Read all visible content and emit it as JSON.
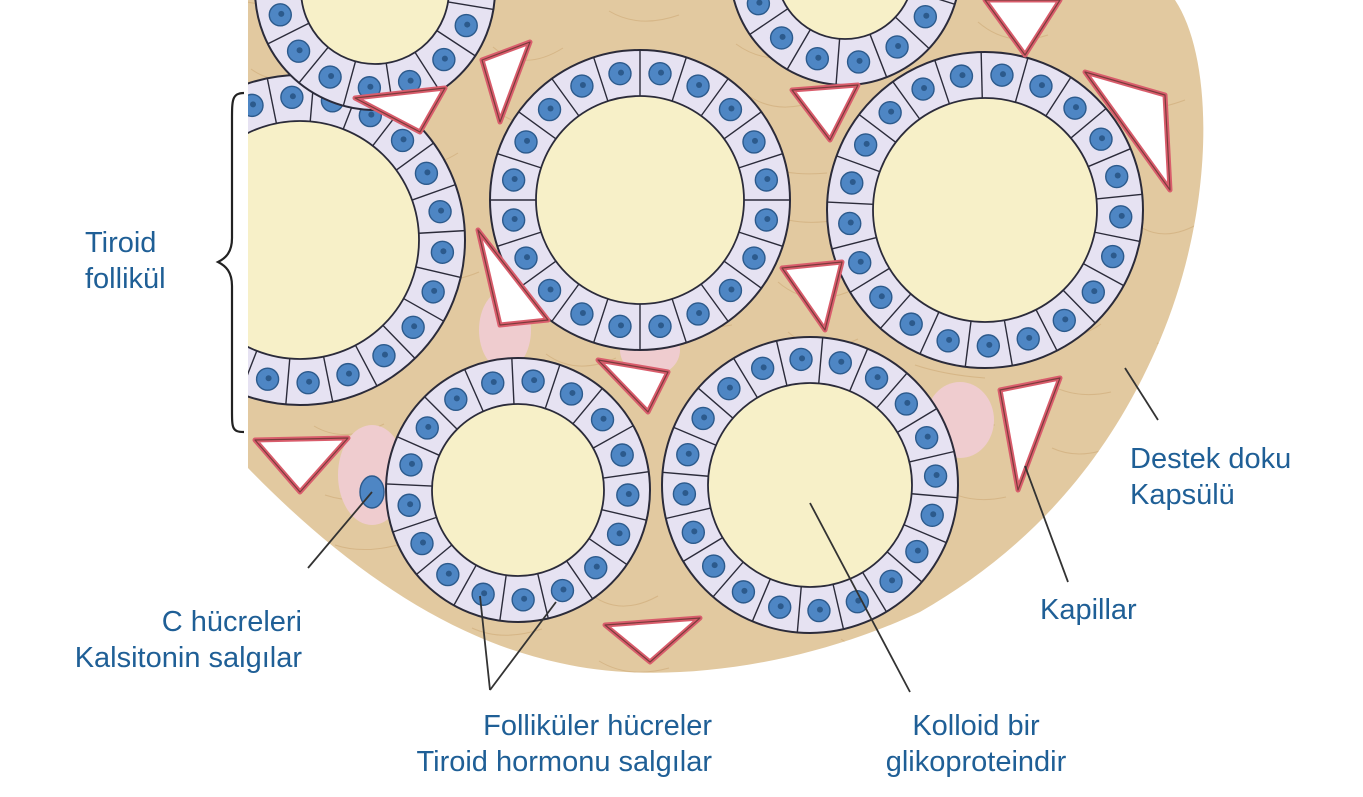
{
  "labels": {
    "tiroid_follikul": {
      "line1": "Tiroid",
      "line2": "follikül"
    },
    "destek_doku": {
      "line1": "Destek doku",
      "line2": "Kapsülü"
    },
    "kapillar": {
      "line1": "Kapillar"
    },
    "c_hucreleri": {
      "line1": "C hücreleri",
      "line2": "Kalsitonin salgılar"
    },
    "folikuler": {
      "line1": "Folliküler hücreler",
      "line2": "Tiroid hormonu salgılar"
    },
    "kolloid": {
      "line1": "Kolloid bir",
      "line2": "glikoproteindir"
    }
  },
  "colors": {
    "label_text": "#1f5f96",
    "tissue": "#e2c9a0",
    "tissue_fiber": "#c9a36e",
    "colloid": "#f7f0c8",
    "cell": "#e6e2f2",
    "cell_border": "#2b2b3a",
    "nucleus": "#4e86c4",
    "nucleus_center": "#2c5a8c",
    "capillary_wall": "#d95d6c",
    "capillary_fill": "#ffffff",
    "leader_line": "#333333"
  }
}
